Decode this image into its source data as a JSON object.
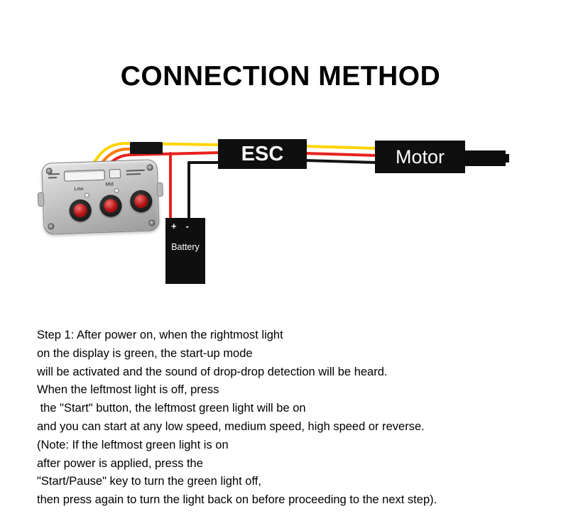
{
  "title": "CONNECTION METHOD",
  "diagram": {
    "esc_label": "ESC",
    "motor_label": "Motor",
    "battery": {
      "plus": "+",
      "minus": "-",
      "label": "Battery"
    },
    "device_labels": {
      "low": "Low",
      "mid": "Mid"
    },
    "colors": {
      "wire_yellow": "#ffd400",
      "wire_orange": "#ff7a00",
      "wire_red": "#e8211d",
      "wire_black": "#141414",
      "box_black": "#0f0f0f"
    }
  },
  "instructions": {
    "lines": [
      "Step 1: After power on, when the rightmost light",
      "on the display is green, the start-up mode",
      "will be activated and the sound of drop-drop detection will be heard.",
      "When the leftmost light is off, press",
      " the \"Start\" button, the leftmost green light will be on",
      "and you can start at any low speed, medium speed, high speed or reverse.",
      "(Note: If the leftmost green light is on",
      "after power is applied, press the",
      "\"Start/Pause\" key to turn the green light off,",
      "then press again to turn the light back on before proceeding to the next step)."
    ]
  }
}
